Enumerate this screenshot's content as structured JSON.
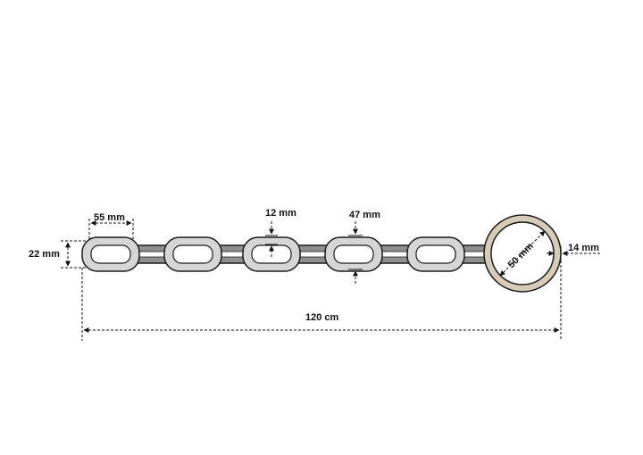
{
  "diagram": {
    "labels": {
      "link_length": "55 mm",
      "link_width": "22 mm",
      "wire_thickness": "12 mm",
      "link_height": "47 mm",
      "ring_diameter": "50 mm",
      "ring_thickness": "14 mm",
      "total_length": "120 cm"
    },
    "colors": {
      "link_light": "#d6d6d6",
      "link_dark": "#8f8f8f",
      "ring": "#d6ccb9",
      "outline": "#1a1a1a",
      "dimension": "#111111"
    }
  }
}
